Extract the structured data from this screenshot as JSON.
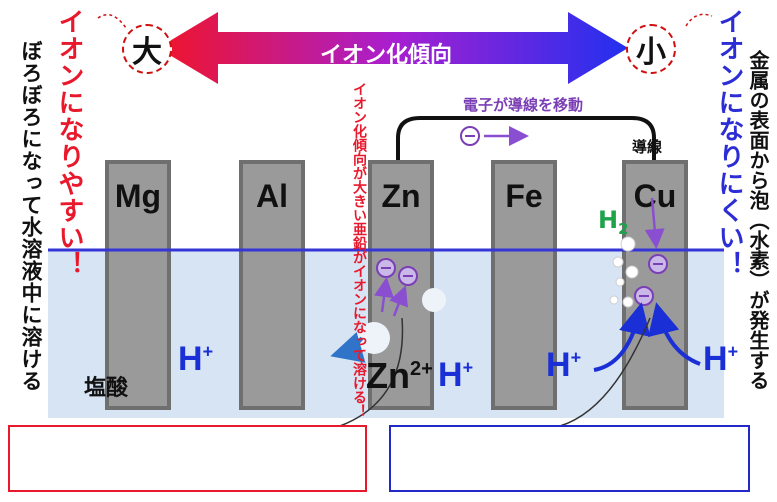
{
  "tendency": {
    "title": "イオン化傾向",
    "large_label": "大",
    "small_label": "小",
    "arrow_colors": {
      "left": "#f0142a",
      "mid": "#a81fd0",
      "right": "#2230f0"
    }
  },
  "left_side": {
    "red_text": "イオンになりやすい！",
    "black_text": "ぼろぼろになって水溶液中に溶ける"
  },
  "right_side": {
    "blue_text": "イオンになりにくい！",
    "black_text": "金属の表面から泡（水素）が発生する"
  },
  "metals": [
    "Mg",
    "Al",
    "Zn",
    "Fe",
    "Cu"
  ],
  "zinc_note": "イオン化傾向が大きい亜鉛がイオンになって溶ける！",
  "electron_label": "電子が導線を移動",
  "wire_label": "導線",
  "hydrogen_gas": {
    "symbol": "H",
    "subscript": "2"
  },
  "solution_label": "塩酸",
  "hydrogen_ion": {
    "symbol": "H",
    "charge": "+"
  },
  "zinc_ion": {
    "symbol": "Zn",
    "charge": "2+"
  },
  "electron_symbol": "⊖",
  "answer_boxes": [
    {
      "border_color": "#e8192c",
      "text": ""
    },
    {
      "border_color": "#2329c8",
      "text": ""
    }
  ]
}
